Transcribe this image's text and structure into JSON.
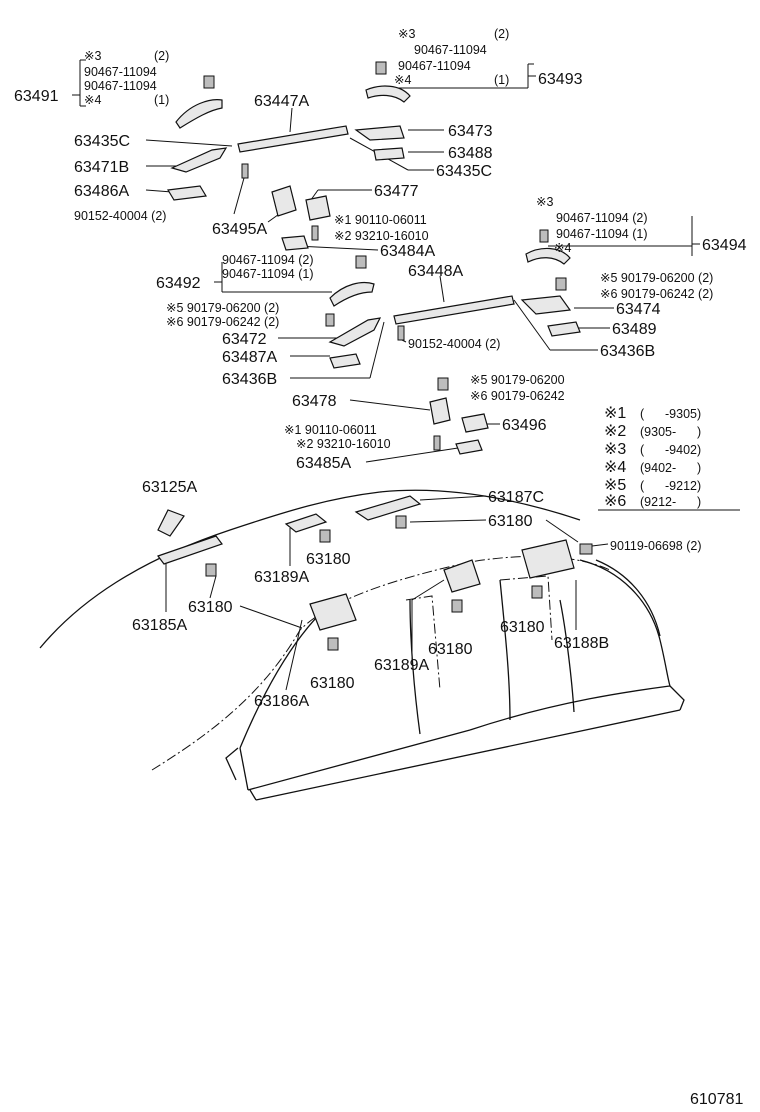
{
  "labels": {
    "p63491": "63491",
    "p63447A": "63447A",
    "p63435C_l": "63435C",
    "p63473": "63473",
    "p63471B": "63471B",
    "p63488": "63488",
    "p63486A": "63486A",
    "p63435C_r": "63435C",
    "p63477": "63477",
    "p63495A": "63495A",
    "p63484A": "63484A",
    "p63493": "63493",
    "p63494": "63494",
    "p63492": "63492",
    "p63448A": "63448A",
    "p63474": "63474",
    "p63472": "63472",
    "p63489": "63489",
    "p63487A": "63487A",
    "p63436B_r": "63436B",
    "p63436B_l": "63436B",
    "p63478": "63478",
    "p63496": "63496",
    "p63485A": "63485A",
    "p63125A": "63125A",
    "p63187C": "63187C",
    "p63180_a": "63180",
    "p63180_b": "63180",
    "p63180_c": "63180",
    "p63180_d": "63180",
    "p63180_e": "63180",
    "p63180_f": "63180",
    "p63189A_l": "63189A",
    "p63189A_r": "63189A",
    "p63185A": "63185A",
    "p63186A": "63186A",
    "p63188B": "63188B"
  },
  "callouts": {
    "tl_s3": "※3",
    "tl_q2": "(2)",
    "tl_pn1": "90467-11094",
    "tl_pn2": "90467-11094",
    "tl_s4": "※4",
    "tl_q1": "(1)",
    "tr_s3": "※3",
    "tr_q2": "(2)",
    "tr_pn1": "90467-11094",
    "tr_pn2": "90467-11094",
    "tr_s4": "※4",
    "tr_q1": "(1)",
    "r_s3": "※3",
    "r_pn1": "90467-11094 (2)",
    "r_pn2": "90467-11094 (1)",
    "r_s4": "※4",
    "r_s5": "※5 90179-06200 (2)",
    "r_s6": "※6 90179-06242 (2)",
    "mid_c1": "※1 90110-06011",
    "mid_c2": "※2 93210-16010",
    "mid_p92a": "90467-11094 (2)",
    "mid_p92b": "90467-11094 (1)",
    "l_s5": "※5 90179-06200 (2)",
    "l_s6": "※6 90179-06242 (2)",
    "l_bolt": "90152-40004 (2)",
    "c_bolt": "90152-40004 (2)",
    "b_s5": "※5 90179-06200",
    "b_s6": "※6 90179-06242",
    "b_c1": "※1 90110-06011",
    "b_c2": "※2 93210-16010",
    "bolt_right": "90119-06698 (2)"
  },
  "legend": [
    {
      "mark": "※1",
      "range": "(      -9305)"
    },
    {
      "mark": "※2",
      "range": "(9305-      )"
    },
    {
      "mark": "※3",
      "range": "(      -9402)"
    },
    {
      "mark": "※4",
      "range": "(9402-      )"
    },
    {
      "mark": "※5",
      "range": "(      -9212)"
    },
    {
      "mark": "※6",
      "range": "(9212-      )"
    }
  ],
  "figure_number": "610781"
}
